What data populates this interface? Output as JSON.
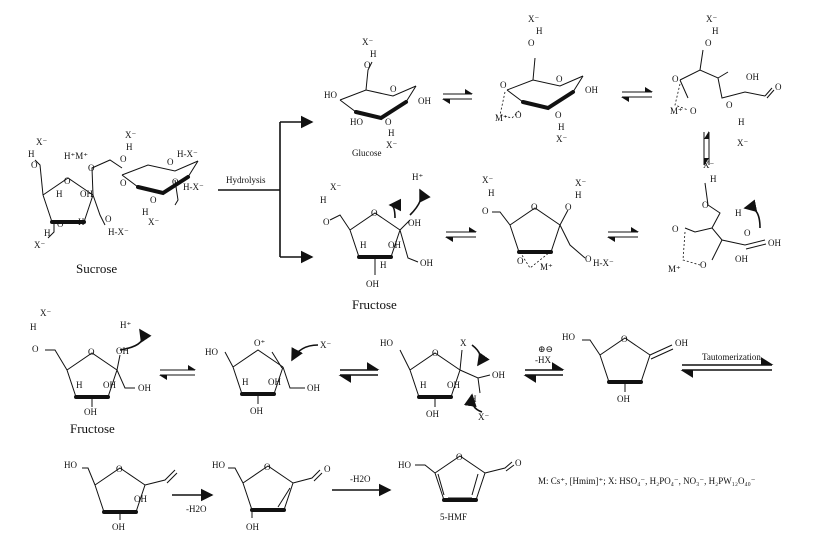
{
  "labels": {
    "sucrose": "Sucrose",
    "hydrolysis": "Hydrolysis",
    "glucose": "Glucose",
    "fructose_top": "Fructose",
    "fructose_row3": "Fructose",
    "tautomerization": "Tautomerization",
    "minus_hx": "-HX",
    "plus_minus": "⊕⊖",
    "minus_h2o_1": "-H2O",
    "minus_h2o_2": "-H2O",
    "hmf": "5-HMF",
    "legend": "M: Cs⁺, [Hmim]⁺;  X: HSO₄⁻, H₂PO₄⁻, NO₃⁻, H₂PW₁₂O₄₀⁻"
  },
  "atoms": {
    "X": "X⁻",
    "H": "H",
    "O": "O",
    "OH": "OH",
    "HO": "HO",
    "HX": "H-X⁻",
    "HM": "H⁺M⁺",
    "M": "M⁺",
    "Hp": "H⁺",
    "Op": "O⁺",
    "X2": "X"
  }
}
